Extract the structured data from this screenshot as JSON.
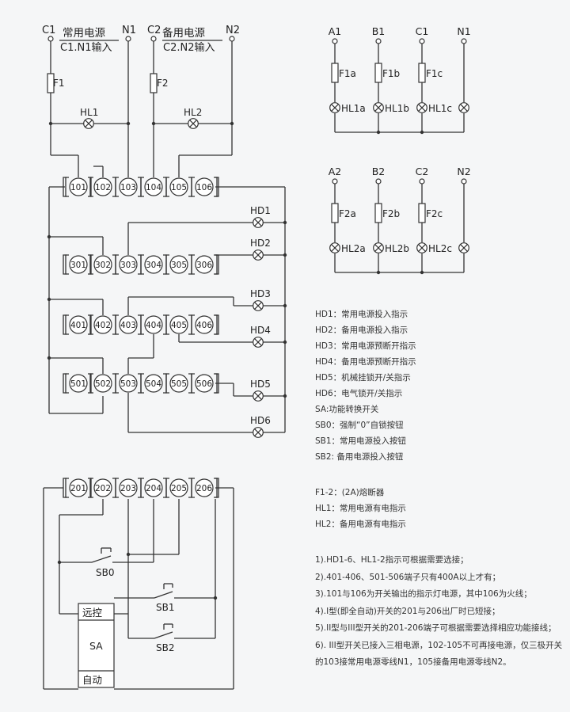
{
  "left_top": {
    "c1": "C1",
    "n1": "N1",
    "c2": "C2",
    "n2": "N2",
    "common_source": "常用电源",
    "common_input": "C1.N1输入",
    "backup_source": "备用电源",
    "backup_input": "C2.N2输入",
    "f1": "F1",
    "f2": "F2",
    "hl1": "HL1",
    "hl2": "HL2"
  },
  "rows": [
    [
      "101",
      "102",
      "103",
      "104",
      "105",
      "106"
    ],
    [
      "301",
      "302",
      "303",
      "304",
      "305",
      "306"
    ],
    [
      "401",
      "402",
      "403",
      "404",
      "405",
      "406"
    ],
    [
      "501",
      "502",
      "503",
      "504",
      "505",
      "506"
    ],
    [
      "201",
      "202",
      "203",
      "204",
      "205",
      "206"
    ]
  ],
  "indicators": [
    "HD1",
    "HD2",
    "HD3",
    "HD4",
    "HD5",
    "HD6"
  ],
  "bottom": {
    "sb0": "SB0",
    "sb1": "SB1",
    "sb2": "SB2",
    "remote": "远控",
    "sa": "SA",
    "auto": "自动"
  },
  "three_phase_1": {
    "phases": [
      "A1",
      "B1",
      "C1",
      "N1"
    ],
    "fuses": [
      "F1a",
      "F1b",
      "F1c"
    ],
    "lamps": [
      "HL1a",
      "HL1b",
      "HL1c"
    ]
  },
  "three_phase_2": {
    "phases": [
      "A2",
      "B2",
      "C2",
      "N2"
    ],
    "fuses": [
      "F2a",
      "F2b",
      "F2c"
    ],
    "lamps": [
      "HL2a",
      "HL2b",
      "HL2c"
    ]
  },
  "legend": [
    "HD1：常用电源投入指示",
    "HD2：备用电源投入指示",
    "HD3：常用电源预断开指示",
    "HD4：备用电源预断开指示",
    "HD5：机械挂锁开/关指示",
    "HD6：电气锁开/关指示",
    "SA:功能转换开关",
    "SB0：强制“0”自锁按钮",
    "SB1：常用电源投入按钮",
    "SB2: 备用电源投入按钮"
  ],
  "legend2": [
    "F1-2：(2A)熔断器",
    "HL1：常用电源有电指示",
    "HL2：备用电源有电指示"
  ],
  "notes": [
    "1).HD1-6、HL1-2指示可根据需要选接；",
    "2).401-406、501-506端子只有400A以上才有；",
    "3).101与106为开关输出的指示灯电源，其中106为火线；",
    "4).I型(即全自动)开关的201与206出厂时已短接；",
    "5).II型与III型开关的201-206端子可根据需要选择相应功能接线；",
    "6). III型开关已接入三相电源，102-105不可再接电源，仅三极开关的103接常用电源零线N1，105接备用电源零线N2。"
  ]
}
